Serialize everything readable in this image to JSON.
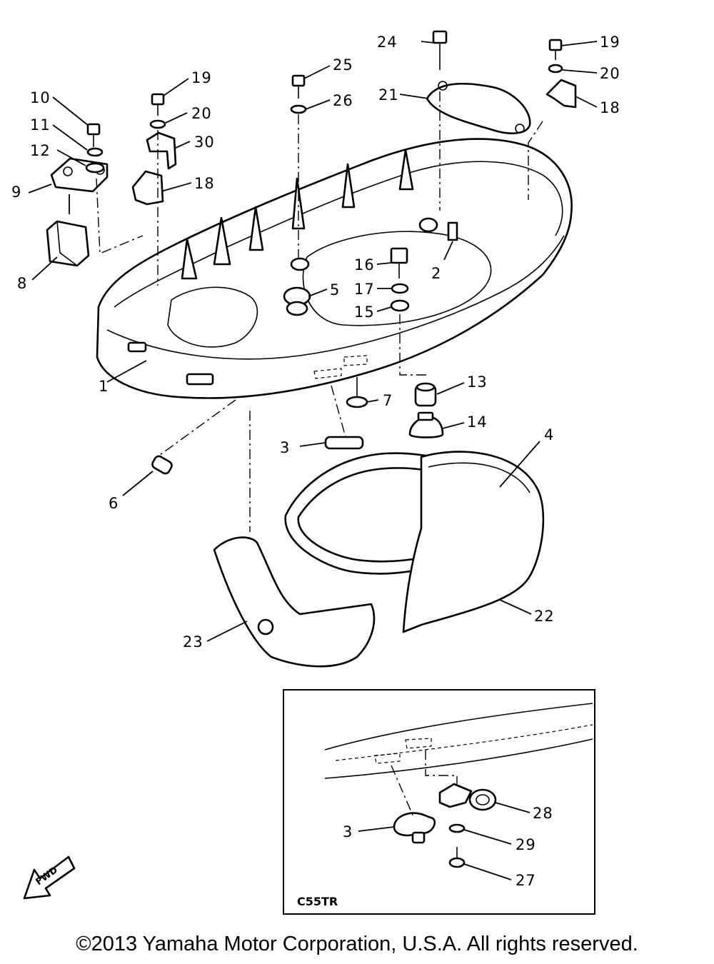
{
  "callouts": [
    "1",
    "2",
    "3",
    "4",
    "5",
    "6",
    "7",
    "8",
    "9",
    "10",
    "11",
    "12",
    "13",
    "14",
    "15",
    "16",
    "17",
    "18",
    "19",
    "20",
    "21",
    "22",
    "23",
    "24",
    "25",
    "26",
    "29",
    "27",
    "28",
    "30"
  ],
  "inset": {
    "title": "C55TR",
    "callout_3": "3"
  },
  "fwd_badge": "FWD",
  "copyright": "©2013 Yamaha Motor Corporation, U.S.A. All rights reserved."
}
